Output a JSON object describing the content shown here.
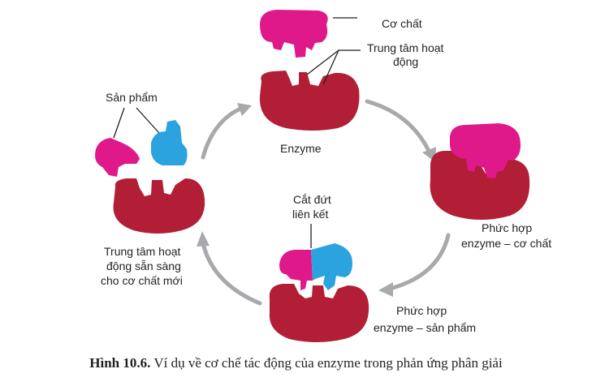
{
  "labels": {
    "substrate": "Cơ chất",
    "active_site_1": "Trung tâm hoạt",
    "active_site_2": "động",
    "enzyme": "Enzyme",
    "products": "Sản phẩm",
    "es_complex_1": "Phức hợp",
    "es_complex_2": "enzyme – cơ chất",
    "break_bond_1": "Cắt đứt",
    "break_bond_2": "liên kết",
    "ep_complex_1": "Phức hợp",
    "ep_complex_2": "enzyme – sản phẩm",
    "ready_site_1": "Trung tâm hoạt",
    "ready_site_2": "động sẵn sàng",
    "ready_site_3": "cho cơ chất mới"
  },
  "caption": {
    "number": "Hình 10.6.",
    "text": " Ví dụ về cơ chế tác động của enzyme trong phản ứng phân giải"
  },
  "colors": {
    "enzyme": "#b21e35",
    "substrate": "#e0198a",
    "product_blue": "#2aa3de",
    "arrow": "#a7a9ac",
    "line": "#231f20"
  }
}
